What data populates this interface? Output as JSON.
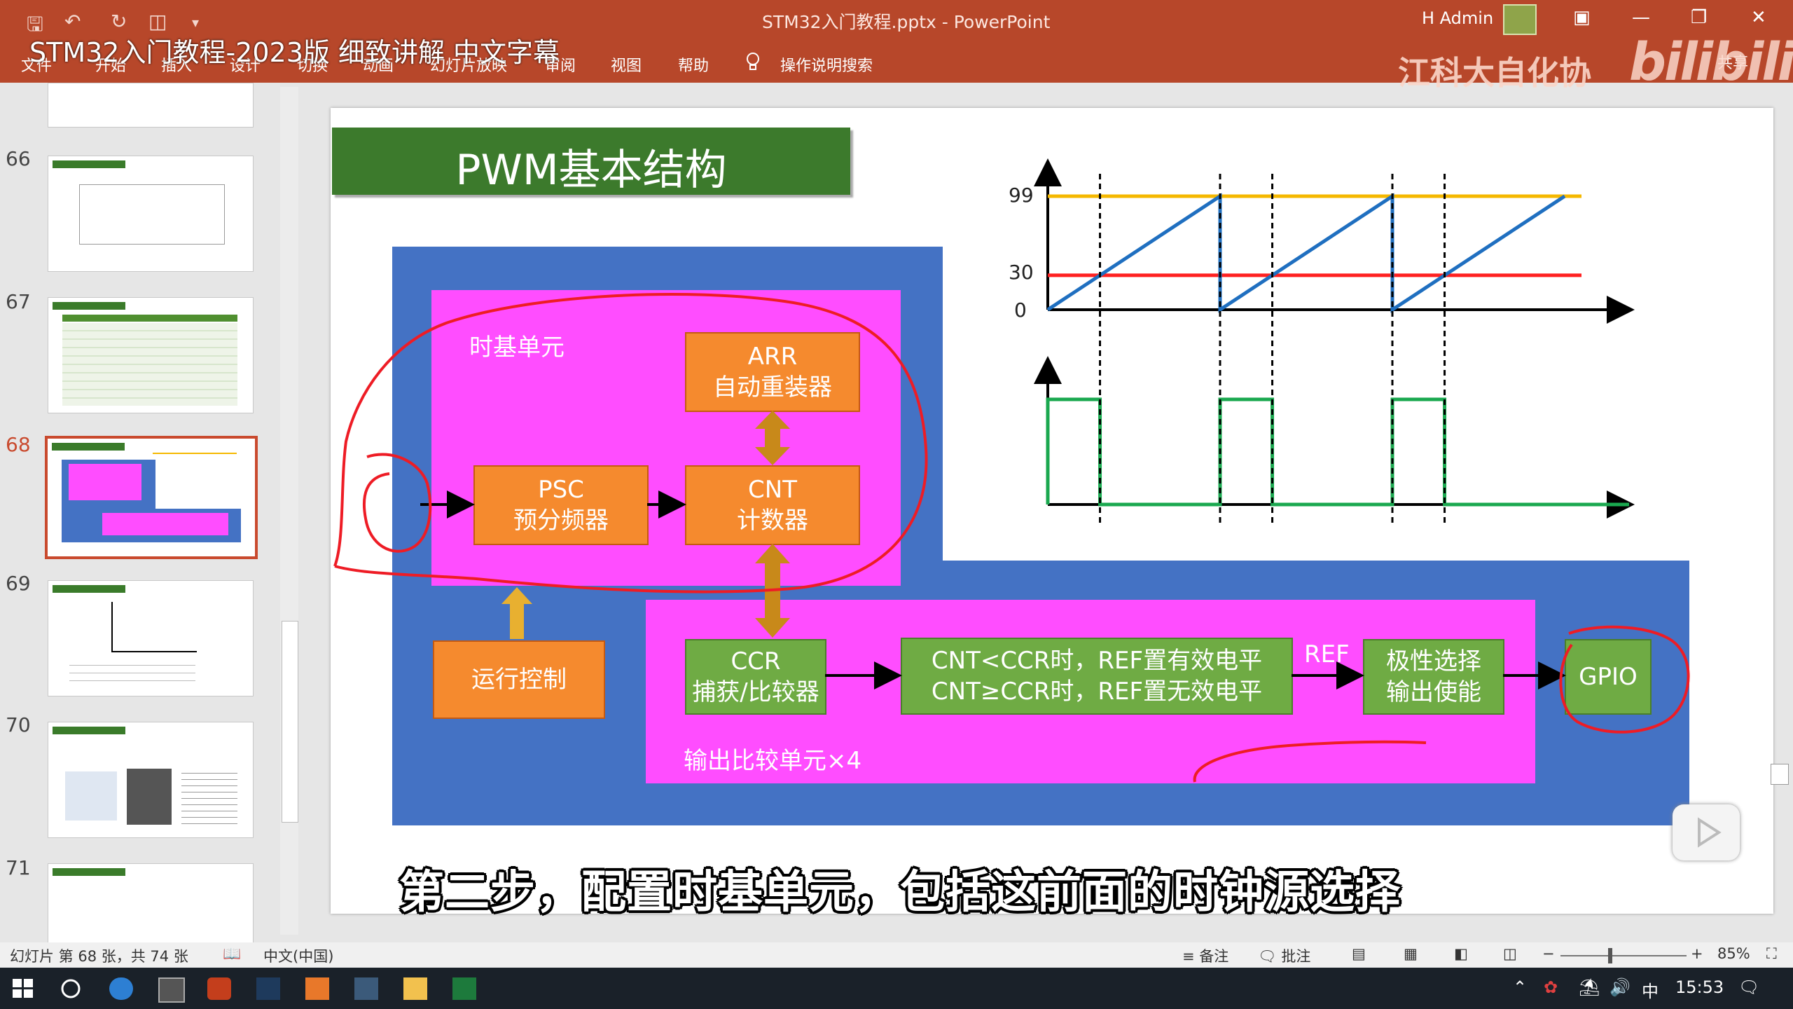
{
  "window": {
    "doc_title": "STM32入门教程.pptx  -  PowerPoint",
    "video_title": "STM32入门教程-2023版 细致讲解 中文字幕",
    "user_name": "H Admin",
    "watermark_text": "江科大自化协",
    "watermark_logo": "bilibili"
  },
  "ribbon_tabs": [
    {
      "label": "文件"
    },
    {
      "label": "开始"
    },
    {
      "label": "插入"
    },
    {
      "label": "设计"
    },
    {
      "label": "切换"
    },
    {
      "label": "动画"
    },
    {
      "label": "幻灯片放映"
    },
    {
      "label": "审阅"
    },
    {
      "label": "视图"
    },
    {
      "label": "帮助"
    }
  ],
  "tell_me": "操作说明搜索",
  "share_label": "共享",
  "thumbnails": [
    {
      "num": "66"
    },
    {
      "num": "67"
    },
    {
      "num": "68"
    },
    {
      "num": "69"
    },
    {
      "num": "70"
    },
    {
      "num": "71"
    }
  ],
  "slide": {
    "title": "PWM基本结构",
    "time_base_label": "时基单元",
    "arr": {
      "line1": "ARR",
      "line2": "自动重装器"
    },
    "psc": {
      "line1": "PSC",
      "line2": "预分频器"
    },
    "cnt": {
      "line1": "CNT",
      "line2": "计数器"
    },
    "run_control": "运行控制",
    "ccr": {
      "line1": "CCR",
      "line2": "捕获/比较器"
    },
    "compare": {
      "line1": "CNT<CCR时，REF置有效电平",
      "line2": "CNT≥CCR时，REF置无效电平"
    },
    "ref_label": "REF",
    "polarity": {
      "line1": "极性选择",
      "line2": "输出使能"
    },
    "gpio": "GPIO",
    "output_unit_label": "输出比较单元×4",
    "chart": {
      "y_ticks": [
        "99",
        "30",
        "0"
      ],
      "arr_value": 99,
      "ccr_value": 30,
      "colors": {
        "arr_line": "#f5b800",
        "ccr_line": "#ff2020",
        "cnt_line": "#1f6fc0",
        "pwm": "#1aa84f"
      }
    }
  },
  "subtitle": "第二步，配置时基单元，包括这前面的时钟源选择",
  "status": {
    "slide_info": "幻灯片 第 68 张，共 74 张",
    "language": "中文(中国)",
    "notes": "备注",
    "comments": "批注",
    "zoom": "85%"
  },
  "taskbar": {
    "ime": "中",
    "time": "15:53"
  }
}
